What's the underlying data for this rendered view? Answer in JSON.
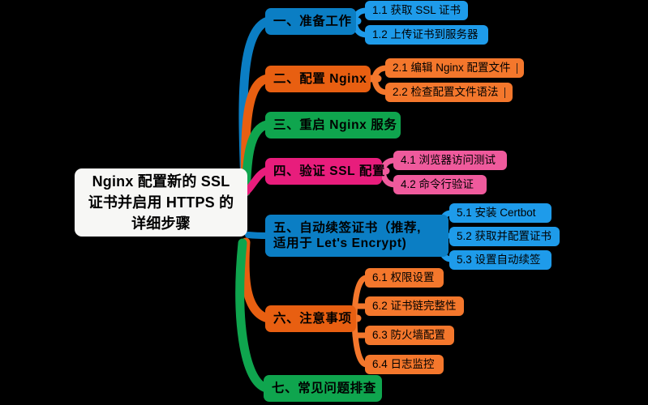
{
  "meta": {
    "kind": "mindmap",
    "background": "#000000",
    "root_fill": "#f7f7f5",
    "root_text_color": "#000000"
  },
  "root": {
    "text": "Nginx 配置新的 SSL\n证书并启用 HTTPS 的\n详细步骤",
    "lines": [
      "Nginx 配置新的 SSL",
      "证书并启用 HTTPS 的",
      "详细步骤"
    ]
  },
  "palette": {
    "blue_main": "#0b7ec4",
    "blue_sub": "#1e9bea",
    "orange_main": "#e85f11",
    "orange_sub": "#f4772c",
    "green_main": "#0fa54e",
    "green_sub": "#18b65c",
    "pink_main": "#e81d7c",
    "pink_sub": "#ef5a9c"
  },
  "branches": [
    {
      "id": "branch-1",
      "label": "一、准备工作",
      "color": "#0b7ec4",
      "sub_color": "#1e9bea",
      "children": [
        {
          "label": "1.1 获取 SSL 证书"
        },
        {
          "label": "1.2 上传证书到服务器"
        }
      ]
    },
    {
      "id": "branch-2",
      "label": "二、配置 Nginx",
      "color": "#e85f11",
      "sub_color": "#f4772c",
      "children": [
        {
          "label": "2.1 编辑 Nginx 配置文件"
        },
        {
          "label": "2.2 检查配置文件语法"
        }
      ]
    },
    {
      "id": "branch-3",
      "label": "三、重启 Nginx 服务",
      "color": "#0fa54e",
      "sub_color": "#18b65c",
      "children": []
    },
    {
      "id": "branch-4",
      "label": "四、验证 SSL 配置",
      "color": "#e81d7c",
      "sub_color": "#ef5a9c",
      "children": [
        {
          "label": "4.1 浏览器访问测试"
        },
        {
          "label": "4.2 命令行验证"
        }
      ]
    },
    {
      "id": "branch-5",
      "label": "五、自动续签证书（推荐,\n适用于 Let's Encrypt)",
      "color": "#0b7ec4",
      "sub_color": "#1e9bea",
      "children": [
        {
          "label": "5.1 安装 Certbot"
        },
        {
          "label": "5.2 获取并配置证书"
        },
        {
          "label": "5.3 设置自动续签"
        }
      ]
    },
    {
      "id": "branch-6",
      "label": "六、注意事项",
      "color": "#e85f11",
      "sub_color": "#f4772c",
      "children": [
        {
          "label": "6.1 权限设置"
        },
        {
          "label": "6.2 证书链完整性"
        },
        {
          "label": "6.3 防火墙配置"
        },
        {
          "label": "6.4 日志监控"
        }
      ]
    },
    {
      "id": "branch-7",
      "label": "七、常见问题排查",
      "color": "#0fa54e",
      "sub_color": "#18b65c",
      "children": []
    }
  ]
}
